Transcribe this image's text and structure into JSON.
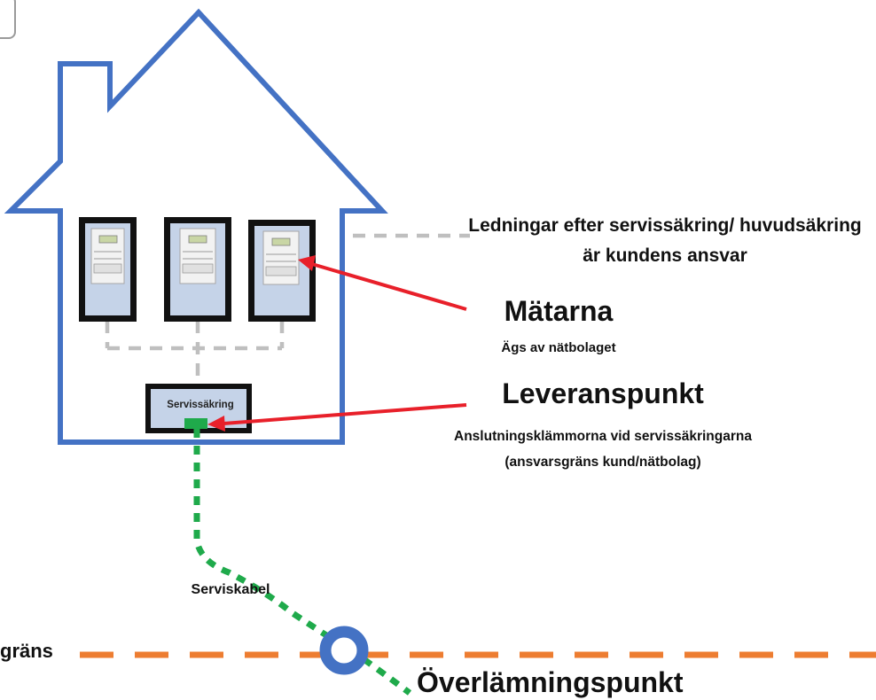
{
  "labels": {
    "ledningar": "Ledningar efter servissäkring/ huvudsäkring är kundens ansvar",
    "matarna_title": "Mätarna",
    "matarna_sub": "Ägs av nätbolaget",
    "leverans_title": "Leveranspunkt",
    "leverans_sub": "Anslutningsklämmorna vid servissäkringarna (ansvarsgräns kund/nätbolag)",
    "servissakring": "Servissäkring",
    "serviskabel": "Serviskabel",
    "grans_fragment": "gräns",
    "overlamning": "Överlämningspunkt"
  },
  "colors": {
    "house_outline": "#4472c4",
    "meter_frame": "#111111",
    "meter_fill": "#c5d3e8",
    "customer_wiring": "#bfbfbf",
    "arrow": "#e8202a",
    "service_cable": "#1faa4b",
    "boundary_line": "#ed7d31",
    "handover_ring": "#4472c4",
    "text": "#111111"
  },
  "meters": [
    {
      "name": "meter-1"
    },
    {
      "name": "meter-2"
    },
    {
      "name": "meter-3"
    }
  ]
}
